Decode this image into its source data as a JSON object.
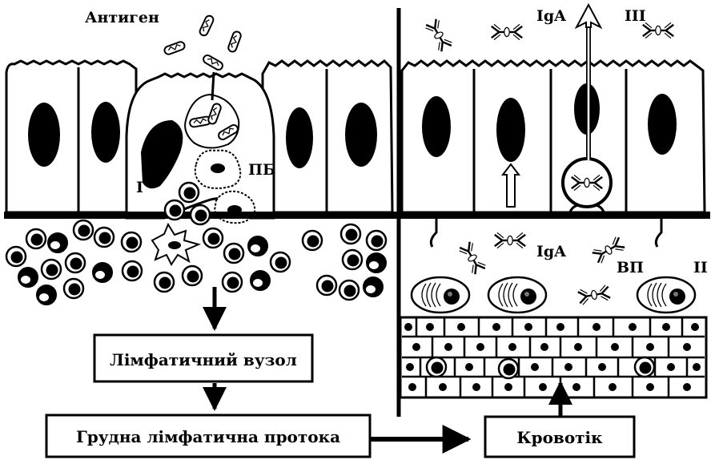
{
  "labels": {
    "antigen": "Антиген",
    "iga_top": "IgA",
    "iga_mid": "IgA",
    "roman_iii": "III",
    "roman_i": "I",
    "roman_ii": "II",
    "pb": "ПБ",
    "vp": "ВП"
  },
  "boxes": {
    "lymph_node": "Лімфатичний вузол",
    "thoracic_duct": "Грудна лімфатична протока",
    "bloodstream": "Кровотік"
  }
}
